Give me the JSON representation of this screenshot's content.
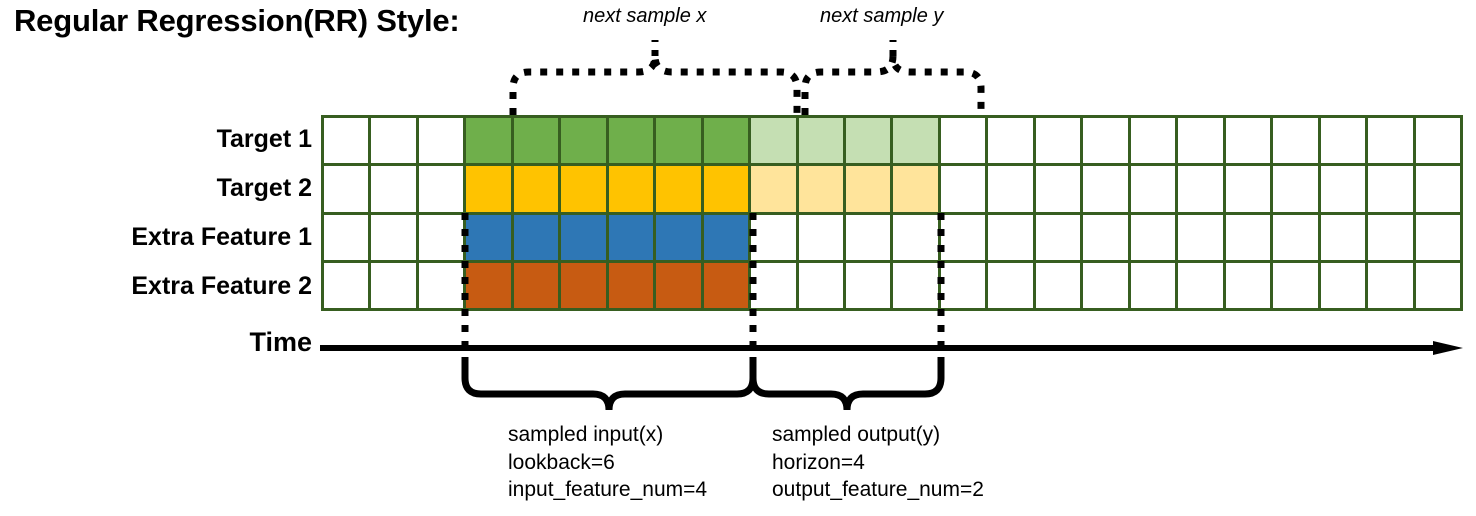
{
  "title": "Regular Regression(RR) Style:",
  "annotations": {
    "next_sample_x": "next sample x",
    "next_sample_y": "next sample y"
  },
  "rows": [
    {
      "label": "Target 1",
      "key": "target-1",
      "color": "#6FAF4B",
      "faded_color": "#C5DFB3",
      "has_output": true
    },
    {
      "label": "Target 2",
      "key": "target-2",
      "color": "#FFC300",
      "faded_color": "#FFE49B",
      "has_output": true
    },
    {
      "label": "Extra Feature 1",
      "key": "extra-feature-1",
      "color": "#2E77B5",
      "faded_color": "#FFFFFF",
      "has_output": false
    },
    {
      "label": "Extra Feature 2",
      "key": "extra-feature-2",
      "color": "#C75B12",
      "faded_color": "#FFFFFF",
      "has_output": false
    }
  ],
  "grid": {
    "total_columns": 24,
    "leading_blank_columns": 3,
    "input_start_column": 3,
    "input_columns": 6,
    "output_start_column": 9,
    "output_columns": 4,
    "border_color": "#375E20",
    "empty_cell_color": "#FFFFFF"
  },
  "time_axis": {
    "label": "Time"
  },
  "captions": {
    "input": {
      "title": "sampled input(x)",
      "line2": "lookback=6",
      "line3": "input_feature_num=4"
    },
    "output": {
      "title": "sampled output(y)",
      "line2": "horizon=4",
      "line3": "output_feature_num=2"
    }
  }
}
